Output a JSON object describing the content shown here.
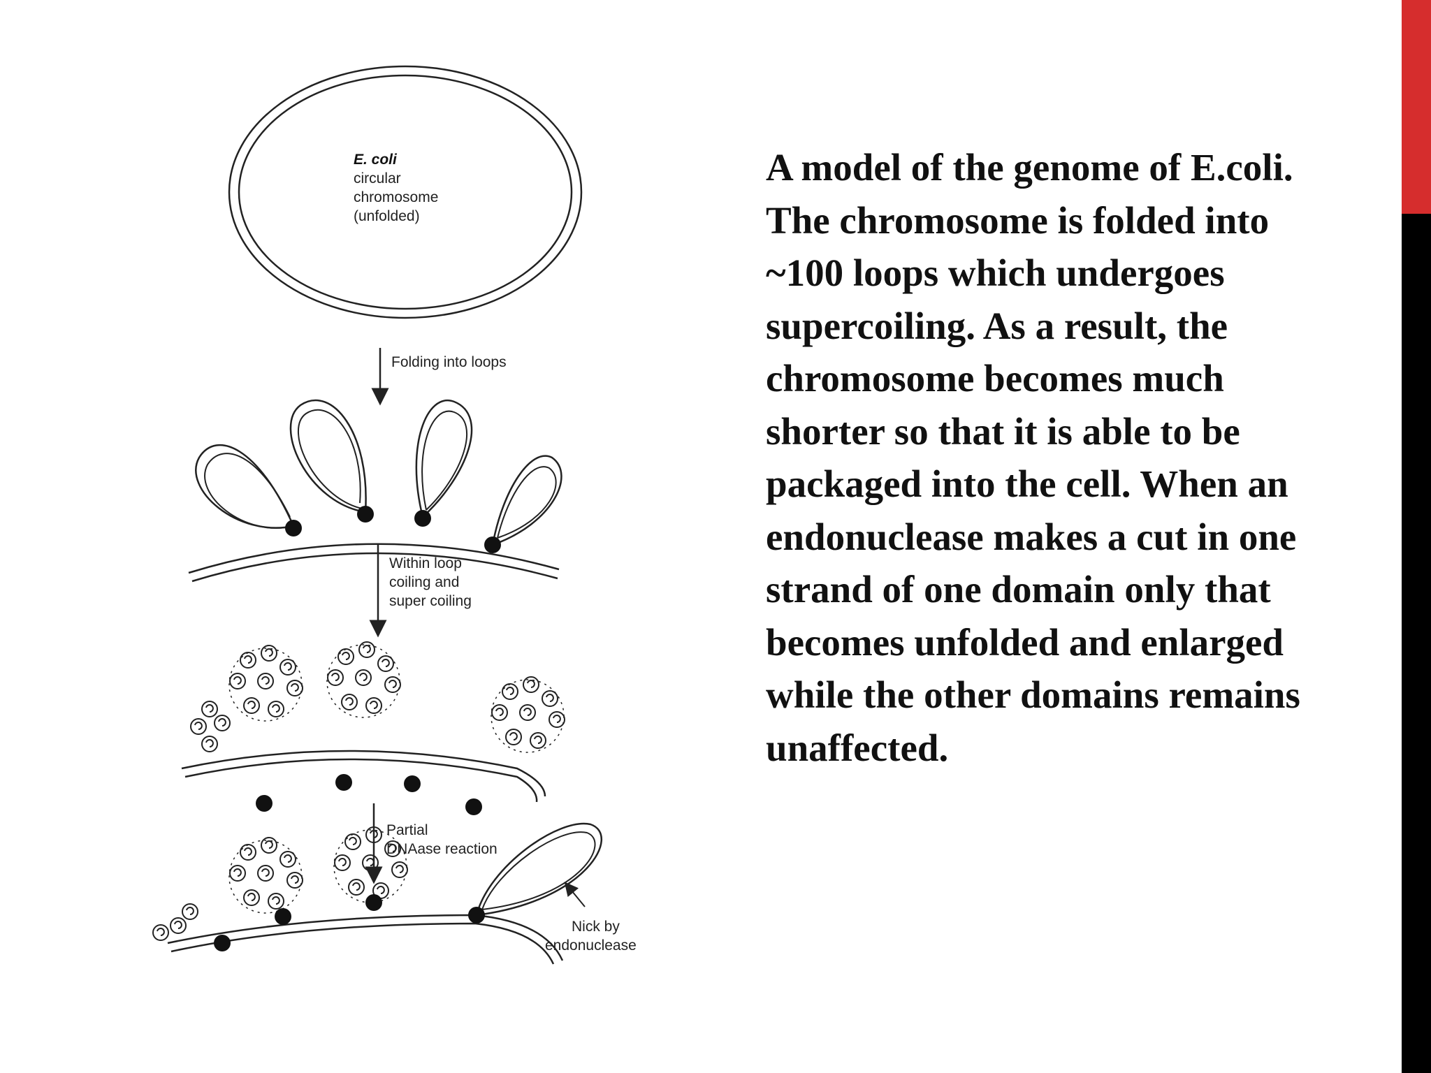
{
  "slide": {
    "colors": {
      "accent_red": "#d62d2d",
      "accent_black": "#000000",
      "ink": "#111111"
    },
    "caption": "A model of the genome of E.coli.\nThe chromosome is folded into\n~100 loops which undergoes\nsupercoiling. As a result, the\nchromosome becomes much\nshorter so that it is able to be\npackaged into the cell. When an\nendonuclease makes a cut in one\nstrand of one domain only that\nbecomes unfolded and enlarged\nwhile the other domains remains\nunaffected."
  },
  "figure": {
    "chromosome_label": {
      "line1": "E. coli",
      "line2": "circular",
      "line3": "chromosome",
      "line4": "(unfolded)"
    },
    "step1_label": "Folding into loops",
    "step2_label": {
      "line1": "Within loop",
      "line2": "coiling and",
      "line3": "super coiling"
    },
    "step3_label": {
      "line1": "Partial",
      "line2": "DNAase reaction"
    },
    "nick_label": {
      "line1": "Nick by",
      "line2": "endonuclease"
    }
  }
}
